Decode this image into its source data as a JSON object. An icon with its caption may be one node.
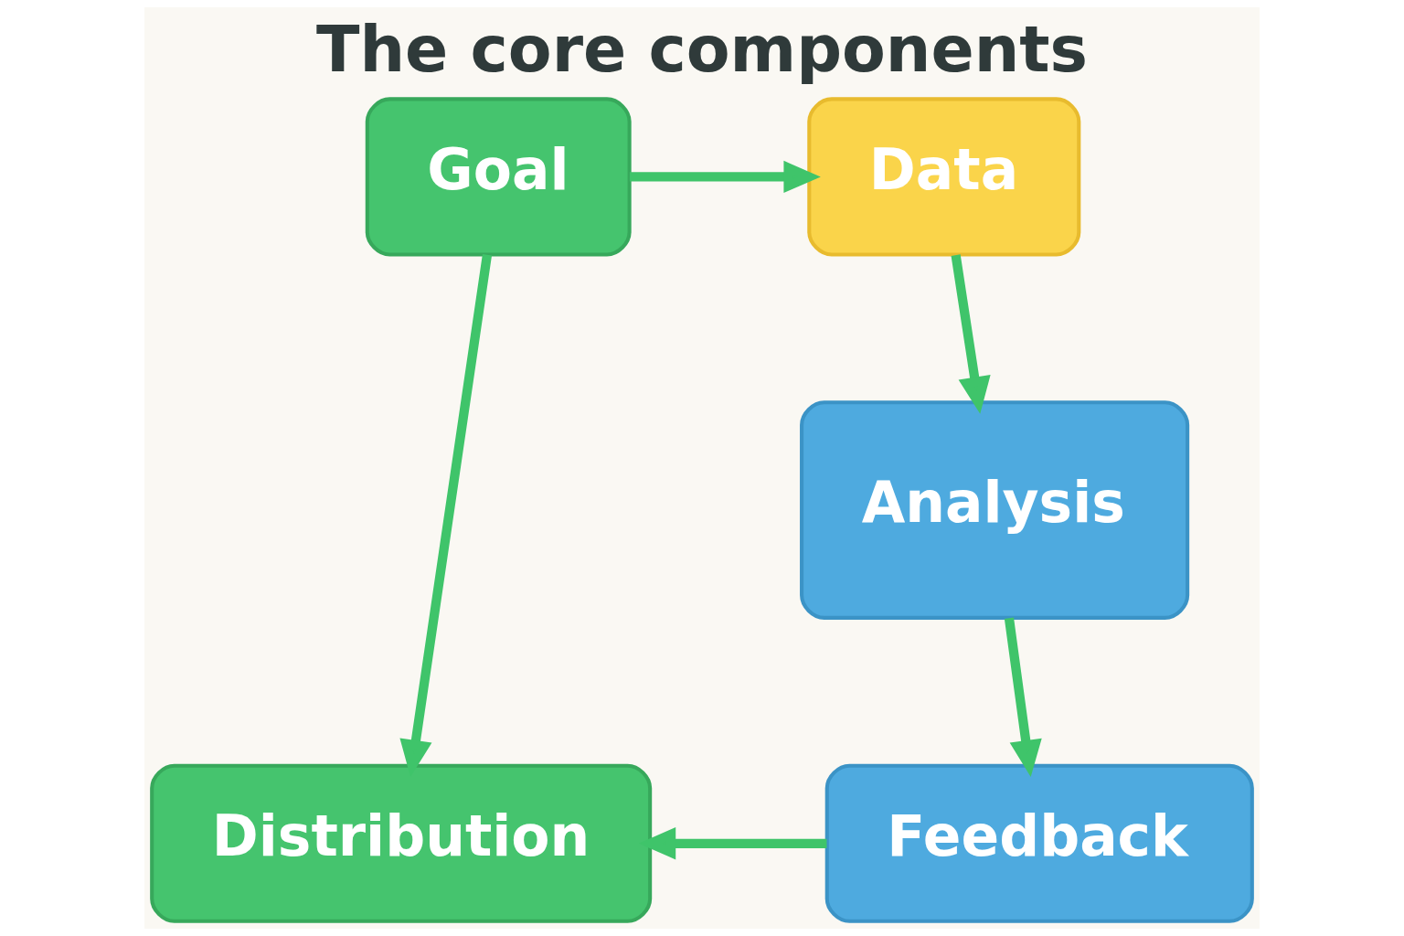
{
  "diagram": {
    "title": "The core components",
    "nodes": [
      {
        "text": [
          "Goal"
        ]
      },
      {
        "text": [
          "Data"
        ]
      },
      {
        "text": [
          "Analysis"
        ]
      },
      {
        "text": [
          "Feedback"
        ]
      },
      {
        "text": [
          "Distribution"
        ]
      }
    ],
    "edges": [
      {
        "from": 0,
        "to": 1,
        "arrow": "to"
      },
      {
        "from": 1,
        "to": 2,
        "arrow": "to"
      },
      {
        "from": 2,
        "to": 3,
        "arrow": "to"
      },
      {
        "from": 3,
        "to": 4,
        "arrow": "to"
      },
      {
        "from": 0,
        "to": 4,
        "arrow": "to"
      }
    ]
  }
}
